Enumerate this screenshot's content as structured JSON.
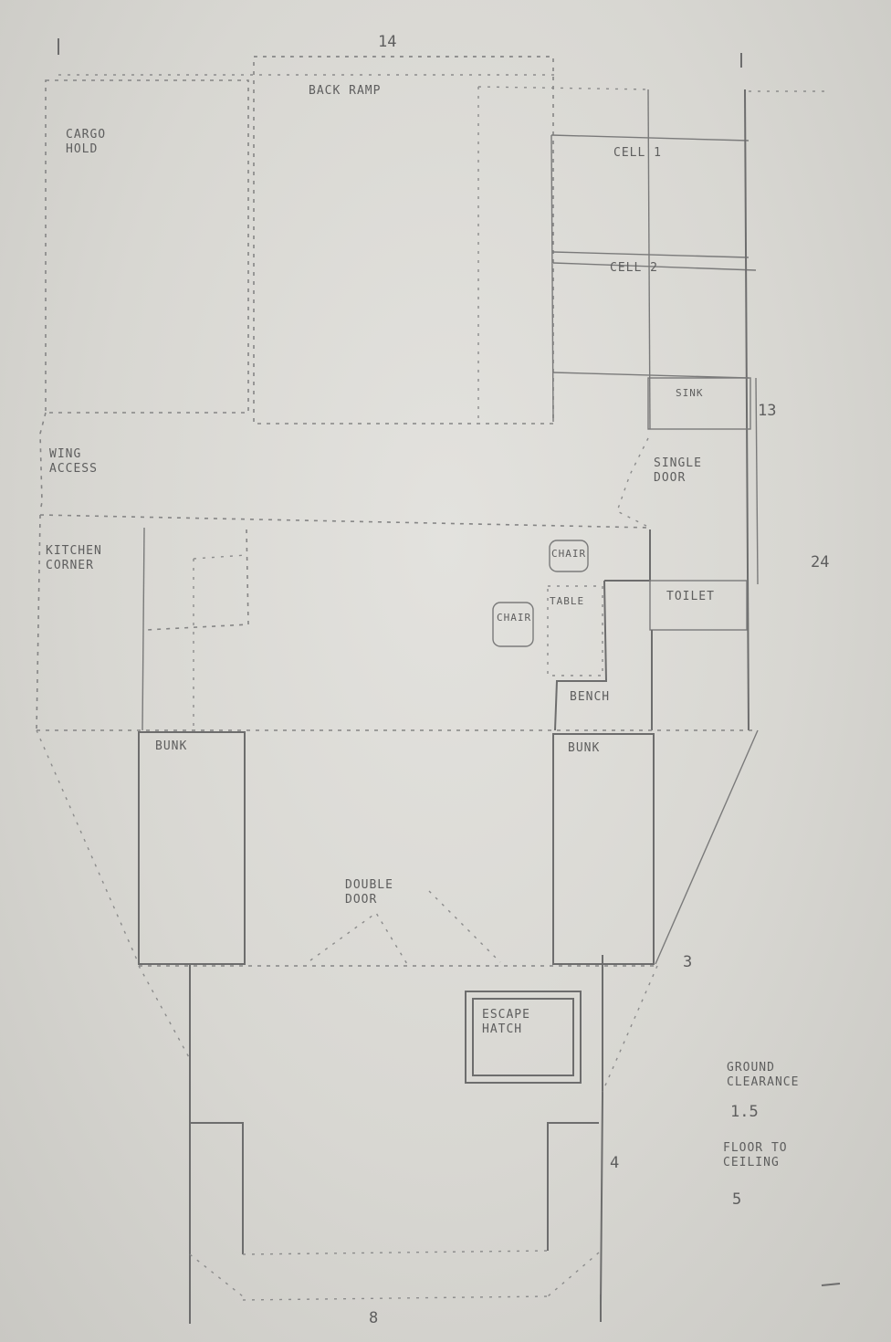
{
  "dimensions": {
    "top_width": "14",
    "right_side_height": "13",
    "overall_length": "24",
    "lower_offset": "3",
    "lower_section": "4",
    "bottom_width": "8"
  },
  "labels": {
    "back_ramp": "BACK RAMP",
    "cargo_hold": "CARGO\nHOLD",
    "cell_1": "CELL 1",
    "cell_2": "CELL 2",
    "sink": "SINK",
    "single_door": "SINGLE\nDOOR",
    "wing_access": "WING\nACCESS",
    "kitchen_corner": "KITCHEN\nCORNER",
    "chair_1": "CHAIR",
    "chair_2": "CHAIR",
    "table": "TABLE",
    "toilet": "TOILET",
    "bench": "BENCH",
    "bunk_left": "BUNK",
    "bunk_right": "BUNK",
    "double_door": "DOUBLE\nDOOR",
    "escape_hatch": "ESCAPE\nHATCH"
  },
  "notes": {
    "ground_clearance_label": "GROUND\nCLEARANCE",
    "ground_clearance_value": "1.5",
    "floor_to_ceiling_label": "FLOOR TO\nCEILING",
    "floor_to_ceiling_value": "5"
  }
}
